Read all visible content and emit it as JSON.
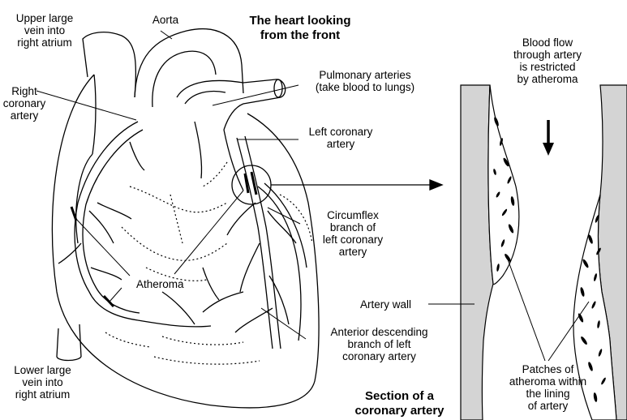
{
  "title": {
    "line1": "The heart looking",
    "line2": "from the front"
  },
  "section_title": {
    "line1": "Section of a",
    "line2": "coronary artery"
  },
  "labels": {
    "upper_vein": [
      "Upper large",
      "vein into",
      "right atrium"
    ],
    "aorta": "Aorta",
    "right_coronary": [
      "Right",
      "coronary",
      "artery"
    ],
    "pulmonary": [
      "Pulmonary arteries",
      "(take blood to lungs)"
    ],
    "left_coronary": [
      "Left coronary",
      "artery"
    ],
    "circumflex": [
      "Circumflex",
      "branch of",
      "left coronary",
      "artery"
    ],
    "atheroma": "Atheroma",
    "lower_vein": [
      "Lower large",
      "vein into",
      "right atrium"
    ],
    "anterior": [
      "Anterior descending",
      "branch of left",
      "coronary artery"
    ],
    "blood_flow": [
      "Blood flow",
      "through artery",
      "is restricted",
      "by atheroma"
    ],
    "artery_wall": "Artery wall",
    "patches": [
      "Patches of",
      "atheroma within",
      "the lining",
      "of artery"
    ]
  }
}
